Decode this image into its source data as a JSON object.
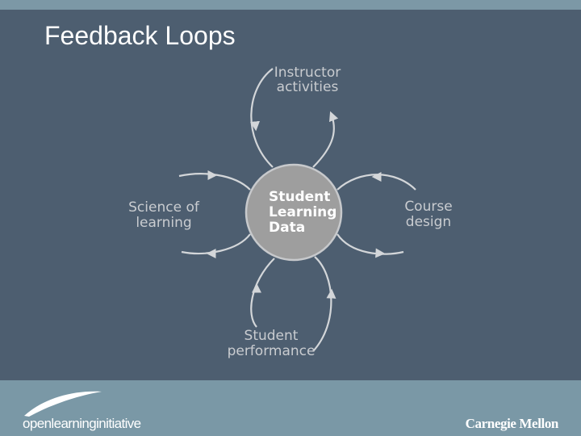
{
  "slide": {
    "title": "Feedback Loops"
  },
  "diagram": {
    "center": {
      "lines": [
        "Student",
        "Learning",
        "Data"
      ]
    },
    "nodes": {
      "top": {
        "lines": [
          "Instructor",
          "activities"
        ]
      },
      "left": {
        "lines": [
          "Science of",
          "learning"
        ]
      },
      "right": {
        "lines": [
          "Course",
          "design"
        ]
      },
      "bottom": {
        "lines": [
          "Student",
          "performance"
        ]
      }
    }
  },
  "footer": {
    "left_logo_text": "openlearninginitiative",
    "right_logo_text": "Carnegie Mellon"
  },
  "colors": {
    "background": "#4d5e70",
    "footer": "#7a98a6",
    "circle_fill": "#9e9e9e",
    "node_text": "#c9ccd0",
    "loop_line": "#d3d6d9"
  }
}
